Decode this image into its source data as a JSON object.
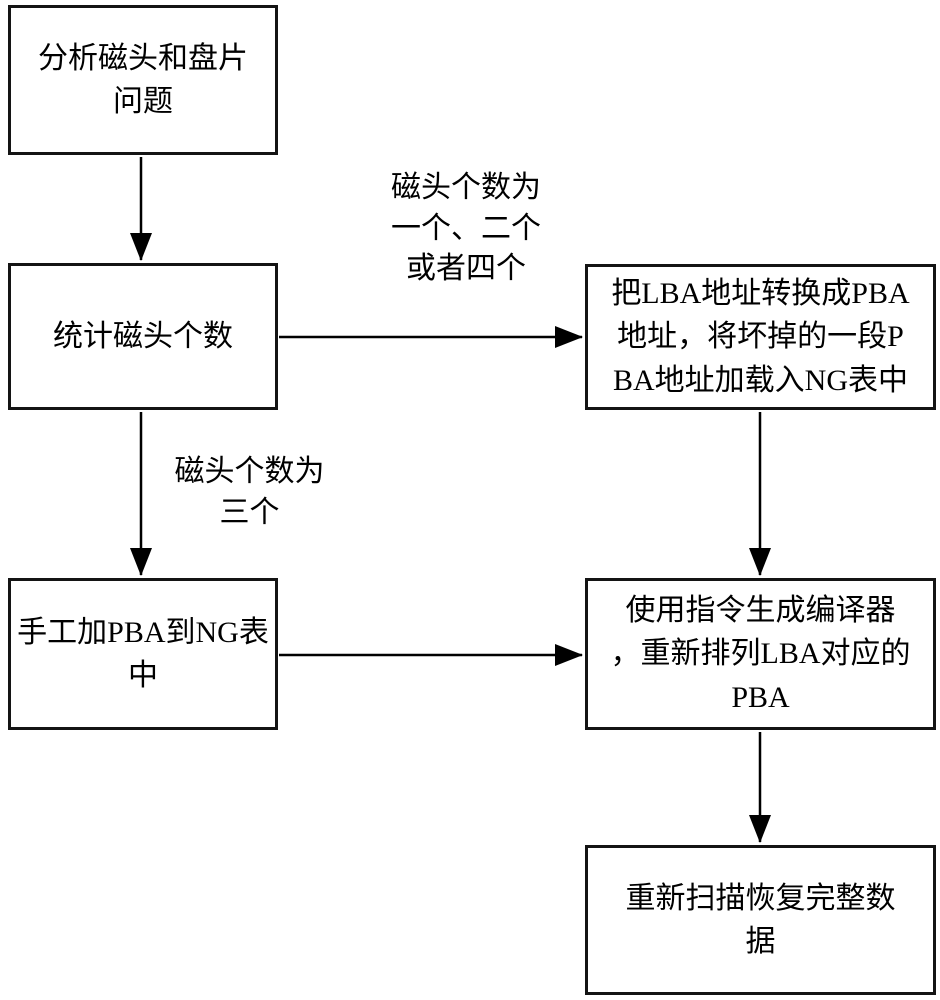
{
  "diagram": {
    "background_color": "#ffffff",
    "line_color": "#000000",
    "nodes": [
      {
        "id": "analyze-problem",
        "text": "分析磁头和盘片\n问题"
      },
      {
        "id": "count-heads",
        "text": "统计磁头个数"
      },
      {
        "id": "lba-to-pba-ng",
        "text": "把LBA地址转换成PBA\n地址，将坏掉的一段P\nBA地址加载入NG表中"
      },
      {
        "id": "manual-add-pba",
        "text": "手工加PBA到NG表\n中"
      },
      {
        "id": "compiler-rearrange",
        "text": "使用指令生成编译器\n，重新排列LBA对应的\nPBA"
      },
      {
        "id": "rescan-recover",
        "text": "重新扫描恢复完整数\n据"
      }
    ],
    "edge_labels": [
      {
        "id": "heads-1-2-or-4",
        "text": "磁头个数为\n一个、二个\n或者四个"
      },
      {
        "id": "heads-3",
        "text": "磁头个数为\n三个"
      }
    ],
    "edges": [
      {
        "from": "analyze-problem",
        "to": "count-heads"
      },
      {
        "from": "count-heads",
        "to": "lba-to-pba-ng",
        "label": "heads-1-2-or-4"
      },
      {
        "from": "count-heads",
        "to": "manual-add-pba",
        "label": "heads-3"
      },
      {
        "from": "lba-to-pba-ng",
        "to": "compiler-rearrange"
      },
      {
        "from": "manual-add-pba",
        "to": "compiler-rearrange"
      },
      {
        "from": "compiler-rearrange",
        "to": "rescan-recover"
      }
    ]
  }
}
